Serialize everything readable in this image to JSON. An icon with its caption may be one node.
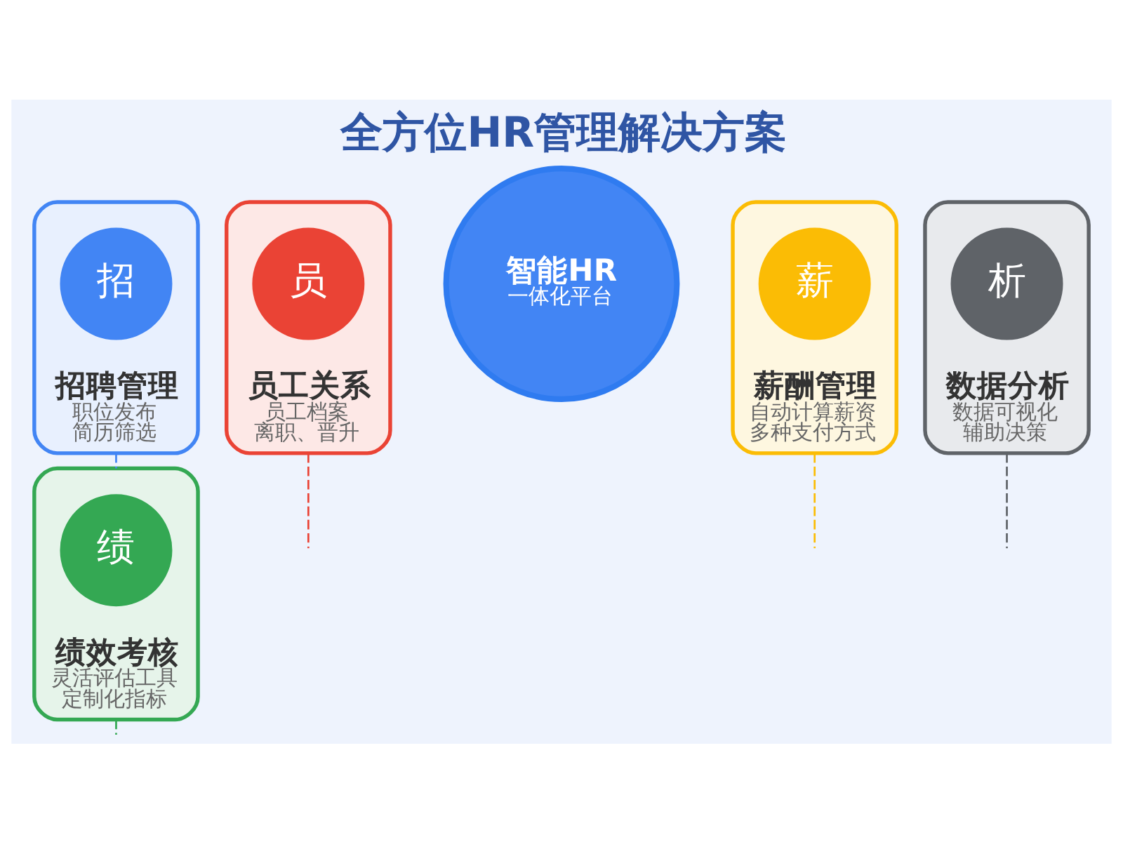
{
  "diagram": {
    "title": "全方位HR管理解决方案",
    "nodes": [
      {
        "text": [
          "招聘管理",
          "职位发布",
          "简历筛选"
        ]
      },
      {
        "text": [
          "招"
        ],
        "in": 0
      },
      {
        "text": [
          "员工关系",
          "员工档案",
          "离职、晋升"
        ]
      },
      {
        "text": [
          "员"
        ],
        "in": 2
      },
      {
        "text": [
          "智能HR",
          "一体化平台"
        ]
      },
      {
        "text": [
          "薪酬管理",
          "自动计算薪资",
          "多种支付方式"
        ]
      },
      {
        "text": [
          "薪"
        ],
        "in": 5
      },
      {
        "text": [
          "绩效考核",
          "灵活评估工具",
          "定制化指标"
        ]
      },
      {
        "text": [
          "绩"
        ],
        "in": 7
      },
      {
        "text": [
          "数据分析",
          "数据可视化",
          "辅助决策"
        ]
      },
      {
        "text": [
          "析"
        ],
        "in": 9
      }
    ],
    "edges": [
      {
        "from": 0,
        "to": 7,
        "arrow": "none",
        "style": "dashed",
        "color": "#4285f4"
      },
      {
        "from": 2,
        "to": null,
        "arrow": "none",
        "style": "dashed",
        "color": "#ea4335"
      },
      {
        "from": 7,
        "to": null,
        "arrow": "none",
        "style": "dashed",
        "color": "#34a853"
      },
      {
        "from": 5,
        "to": null,
        "arrow": "none",
        "style": "dashed",
        "color": "#fbbc05"
      },
      {
        "from": 9,
        "to": null,
        "arrow": "none",
        "style": "dashed",
        "color": "#5f6368"
      }
    ]
  }
}
